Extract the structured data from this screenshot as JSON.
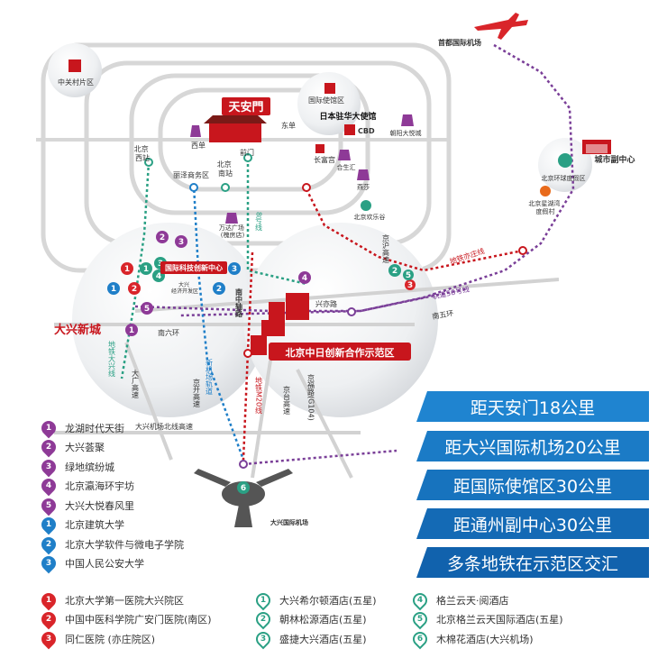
{
  "map": {
    "labels": {
      "tiananmen": "天安門",
      "zhongguancun": "中关村片区",
      "shoudu_airport": "首都国际机场",
      "guojishiguan": "国际使馆区",
      "japan_embassy": "日本驻华大使馆",
      "cbd": "CBD",
      "chaoyang_joycity": "朝阳大悦城",
      "xidan": "西单",
      "dongdan": "东单",
      "beijing_xizhan": "北京\n西站",
      "qianmen": "前门",
      "beijing_nanzhan": "北京\n南站",
      "changfugong": "长富宫",
      "hesheng": "合生汇",
      "yansha": "燕莎",
      "huanlegu": "北京欢乐谷",
      "chengshi_fuzhongxin": "城市副中心",
      "universal": "北京环球度假区",
      "xinghu": "北京星湖湾\n度假村",
      "lize": "丽泽商务区",
      "wanda": "万达广场\n(槐房店)",
      "line8": "8号线",
      "jinghu": "京沪高速",
      "yizhuang_line": "地铁亦庄线",
      "line56": "轨道56号线",
      "nanwuhuan": "南五环",
      "nanliuhuan": "南六环",
      "xingyi": "兴亦路",
      "intl_tech": "国际科技创新中心",
      "daxing_dev": "大兴\n经济开发区",
      "nanzhong": "南中轴路",
      "daxing_new_city": "大兴新城",
      "sino_japan": "北京中日创新合作示范区",
      "line4": "地铁大兴线",
      "dagang": "大广高速",
      "airport_line": "新机场轨道",
      "jingkai": "京开高速",
      "m20": "地铁M20线",
      "jingtai": "京台高速",
      "jingfu": "京福路(G104)",
      "daxing_airport_north": "大兴机场北线高速",
      "daxing_airport": "大兴国际机场"
    }
  },
  "banners": [
    "距天安门18公里",
    "距大兴国际机场20公里",
    "距国际使馆区30公里",
    "距通州副中心30公里",
    "多条地铁在示范区交汇"
  ],
  "legend": {
    "malls": [
      {
        "num": "1",
        "name": "龙湖时代天街"
      },
      {
        "num": "2",
        "name": "大兴荟聚"
      },
      {
        "num": "3",
        "name": "绿地缤纷城"
      },
      {
        "num": "4",
        "name": "北京瀛海环宇坊"
      },
      {
        "num": "5",
        "name": "大兴大悦春风里"
      }
    ],
    "universities": [
      {
        "num": "1",
        "name": "北京建筑大学"
      },
      {
        "num": "2",
        "name": "北京大学软件与微电子学院"
      },
      {
        "num": "3",
        "name": "中国人民公安大学"
      }
    ],
    "hospitals": [
      {
        "num": "1",
        "name": "北京大学第一医院大兴院区"
      },
      {
        "num": "2",
        "name": "中国中医科学院广安门医院(南区)"
      },
      {
        "num": "3",
        "name": "同仁医院 (亦庄院区)"
      }
    ],
    "hotels_a": [
      {
        "num": "1",
        "name": "大兴希尔顿酒店(五星)"
      },
      {
        "num": "2",
        "name": "朝林松源酒店(五星)"
      },
      {
        "num": "3",
        "name": "盛捷大兴酒店(五星)"
      }
    ],
    "hotels_b": [
      {
        "num": "4",
        "name": "格兰云天·阅酒店"
      },
      {
        "num": "5",
        "name": "北京格兰云天国际酒店(五星)"
      },
      {
        "num": "6",
        "name": "木棉花酒店(大兴机场)"
      }
    ]
  },
  "colors": {
    "mall": "#8e3a97",
    "university": "#1f7fc8",
    "hospital": "#d9252a",
    "hotel": "#2aa084",
    "ring_road": "#dcdcdc",
    "accent_red": "#c8161d",
    "banner_blue": "#1a78c2"
  }
}
